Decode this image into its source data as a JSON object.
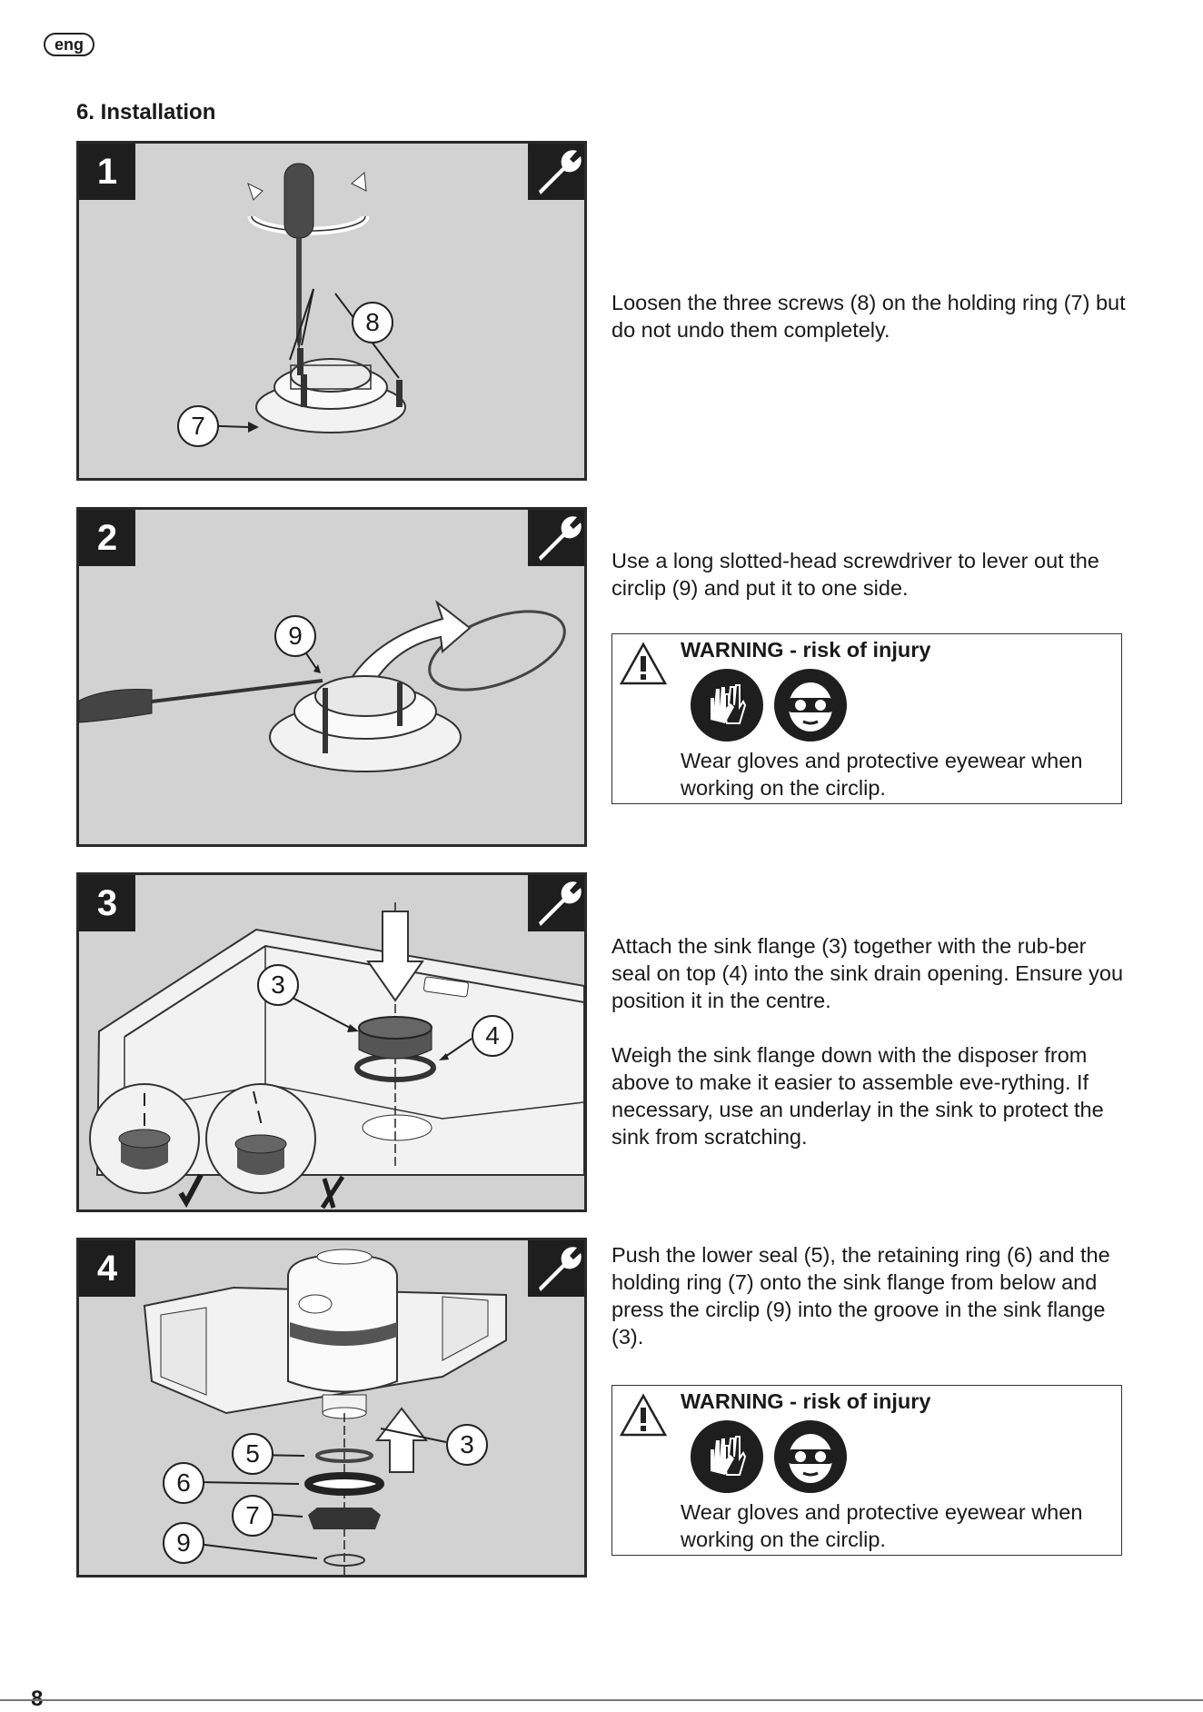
{
  "header": {
    "lang": "eng",
    "title": "6.  Installation"
  },
  "steps": [
    {
      "number": "1",
      "callouts": [
        "8",
        "7"
      ],
      "text": "Loosen the three screws (8) on the holding ring (7) but do not undo them completely."
    },
    {
      "number": "2",
      "callouts": [
        "9"
      ],
      "text": "Use a long slotted-head screwdriver to lever out the circlip (9) and put it to one side.",
      "warning": {
        "title": "WARNING - risk of injury",
        "text": "Wear gloves and protective eyewear when working on the circlip.",
        "icons": [
          "gloves-icon",
          "eye-protection-icon"
        ]
      }
    },
    {
      "number": "3",
      "callouts": [
        "3",
        "4"
      ],
      "text1": "Attach the sink flange (3) together with the rub-ber seal on top (4) into the sink drain opening. Ensure you position it in the centre.",
      "text2": "Weigh the sink flange down with the disposer from above to make it easier to assemble eve-rything. If necessary, use an underlay in the sink to protect the sink from scratching."
    },
    {
      "number": "4",
      "callouts": [
        "5",
        "6",
        "7",
        "9",
        "3"
      ],
      "text": "Push the lower seal (5), the retaining ring (6) and the holding ring (7) onto the sink flange from below and press the circlip (9) into the groove in the sink flange (3).",
      "warning": {
        "title": "WARNING - risk of injury",
        "text": "Wear gloves and protective eyewear when working on the circlip.",
        "icons": [
          "gloves-icon",
          "eye-protection-icon"
        ]
      }
    }
  ],
  "page_number": "8",
  "colors": {
    "panel": "#d2d2d2",
    "badge": "#1e1e1e"
  }
}
